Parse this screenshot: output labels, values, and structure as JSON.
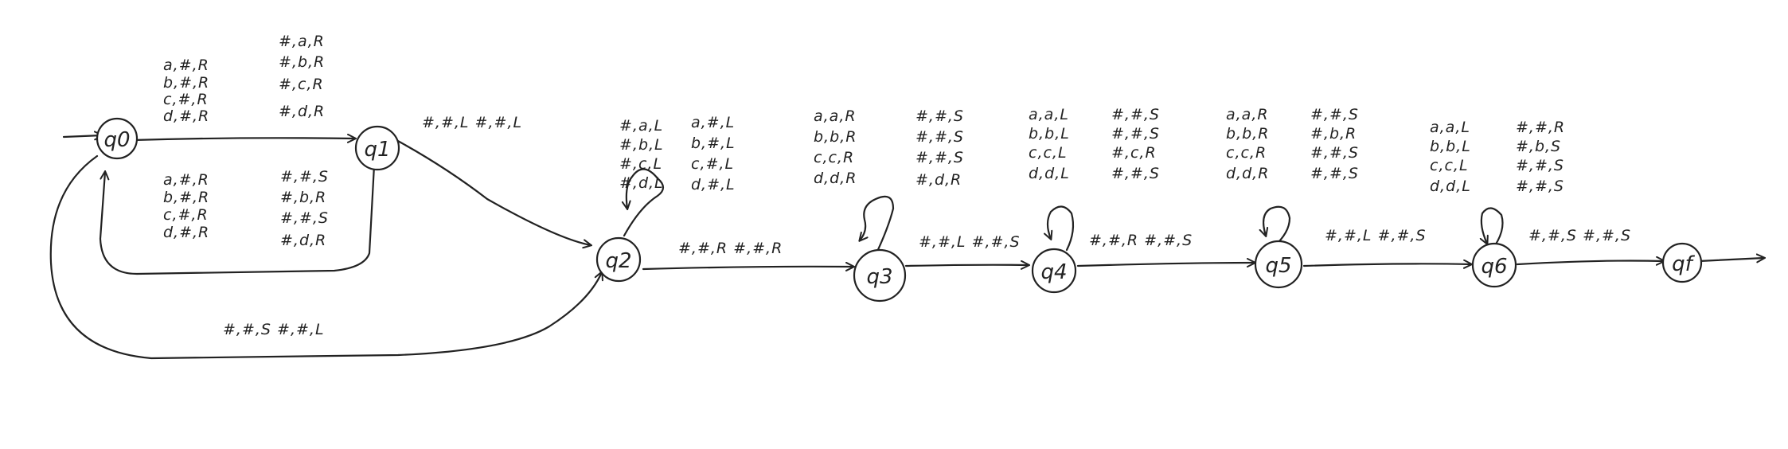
{
  "colors": {
    "ink": "#222222",
    "paper": "#ffffff"
  },
  "states": {
    "q0": "q0",
    "q1": "q1",
    "q2": "q2",
    "q3": "q3",
    "q4": "q4",
    "q5": "q5",
    "q6": "q6",
    "qf": "qf"
  },
  "transitions": {
    "q0_q1_top": {
      "col1": [
        "a,#,R",
        "b,#,R",
        "c,#,R",
        "d,#,R"
      ],
      "col2": [
        "#,a,R",
        "#,b,R",
        "#,c,R",
        "#,d,R"
      ]
    },
    "q1_q0_back": {
      "col1": [
        "a,#,R",
        "b,#,R",
        "c,#,R",
        "d,#,R"
      ],
      "col2": [
        "#,#,S",
        "#,b,R",
        "#,#,S",
        "#,d,R"
      ]
    },
    "q1_q2": "#,#,L   #,#,L",
    "q0_q2_bottom": "#,#,S   #,#,L",
    "q2_loop": {
      "col1": [
        "#,a,L",
        "#,b,L",
        "#,c,L",
        "#,d,L"
      ],
      "col2": [
        "a,#,L",
        "b,#,L",
        "c,#,L",
        "d,#,L"
      ]
    },
    "q2_q3": "#,#,R   #,#,R",
    "q3_loop": {
      "col1": [
        "a,a,R",
        "b,b,R",
        "c,c,R",
        "d,d,R"
      ],
      "col2": [
        "#,#,S",
        "#,#,S",
        "#,#,S",
        "#,d,R"
      ]
    },
    "q3_q4": "#,#,L   #,#,S",
    "q4_loop": {
      "col1": [
        "a,a,L",
        "b,b,L",
        "c,c,L",
        "d,d,L"
      ],
      "col2": [
        "#,#,S",
        "#,#,S",
        "#,c,R",
        "#,#,S"
      ]
    },
    "q4_q5": "#,#,R   #,#,S",
    "q5_loop": {
      "col1": [
        "a,a,R",
        "b,b,R",
        "c,c,R",
        "d,d,R"
      ],
      "col2": [
        "#,#,S",
        "#,b,R",
        "#,#,S",
        "#,#,S"
      ]
    },
    "q5_q6": "#,#,L   #,#,S",
    "q6_loop": {
      "col1": [
        "a,a,L",
        "b,b,L",
        "c,c,L",
        "d,d,L"
      ],
      "col2": [
        "#,#,R",
        "#,b,S",
        "#,#,S",
        "#,#,S"
      ]
    },
    "q6_qf": "#,#,S   #,#,S"
  }
}
